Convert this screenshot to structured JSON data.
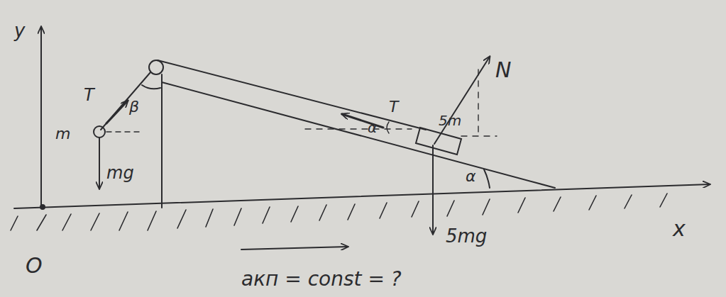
{
  "diagram": {
    "labels": [
      "y",
      "T",
      "m",
      "β",
      "mg",
      "T",
      "5m",
      "N",
      "α",
      "α",
      "5mg",
      "O",
      "x",
      "aкп = const = ?"
    ]
  }
}
